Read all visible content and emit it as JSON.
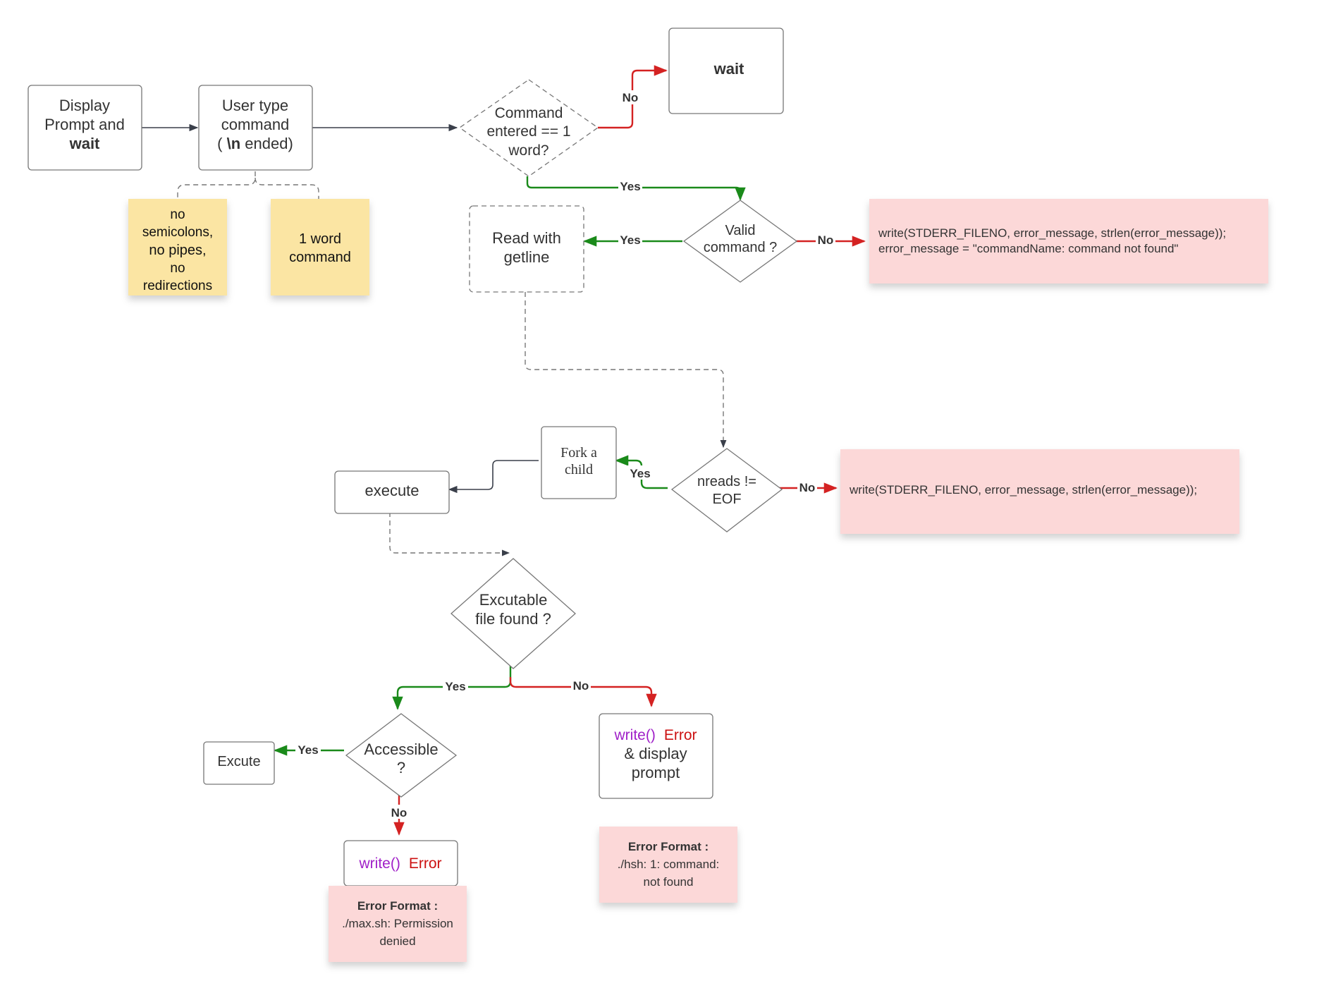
{
  "colors": {
    "yes": "#1a8a1a",
    "no": "#d42222",
    "neutral": "#3a3f4a",
    "sticky_yellow": "#fbe5a3",
    "sticky_pink": "#fcd8d8",
    "write_purple": "#a020c8",
    "error_red": "#cc1111"
  },
  "nodes": {
    "display_prompt": {
      "line1": "Display",
      "line2": "Prompt and",
      "line3": "wait"
    },
    "user_type": {
      "line1": "User type",
      "line2": "command",
      "line3_a": "( ",
      "line3_b": "\\n",
      "line3_c": " ended)"
    },
    "cmd_one_word": {
      "line1": "Command",
      "line2": "entered == 1",
      "line3": "word?"
    },
    "wait": {
      "label": "wait"
    },
    "valid_command": {
      "line1": "Valid",
      "line2": "command ?"
    },
    "read_getline": {
      "line1": "Read with",
      "line2": "getline"
    },
    "nreads_eof": {
      "line1": "nreads !=",
      "line2": "EOF"
    },
    "fork_child": {
      "line1": "Fork a",
      "line2": "child"
    },
    "execute": {
      "label": "execute"
    },
    "exec_found": {
      "line1": "Excutable",
      "line2": "file found ?"
    },
    "accessible": {
      "line1": "Accessible",
      "line2": "?"
    },
    "excute": {
      "label": "Excute"
    },
    "write_error_left": {
      "write": "write()",
      "error": "Error"
    },
    "write_error_right": {
      "write": "write()",
      "error": "Error",
      "line2": "& display",
      "line3": "prompt"
    }
  },
  "notes": {
    "no_semicolons": {
      "line1": "no",
      "line2": "semicolons,",
      "line3": "no pipes,",
      "line4": "no",
      "line5": "redirections"
    },
    "one_word": {
      "line1": "1 word",
      "line2": "command"
    },
    "cmd_not_found": {
      "line1": "write(STDERR_FILENO, error_message, strlen(error_message));",
      "line2": "error_message = \"commandName: command not found\""
    },
    "eof_write": {
      "line1": "write(STDERR_FILENO, error_message, strlen(error_message));"
    },
    "err_format_right": {
      "title": "Error Format :",
      "line1": "./hsh: 1: command:",
      "line2": "not found"
    },
    "err_format_left": {
      "title": "Error Format :",
      "line1": "./max.sh: Permission",
      "line2": "denied"
    }
  },
  "edge_labels": {
    "no_wait": "No",
    "yes_valid": "Yes",
    "yes_read": "Yes",
    "no_valid": "No",
    "yes_fork": "Yes",
    "no_eof": "No",
    "yes_accessible": "Yes",
    "no_found": "No",
    "yes_excute": "Yes",
    "no_accessible": "No"
  }
}
